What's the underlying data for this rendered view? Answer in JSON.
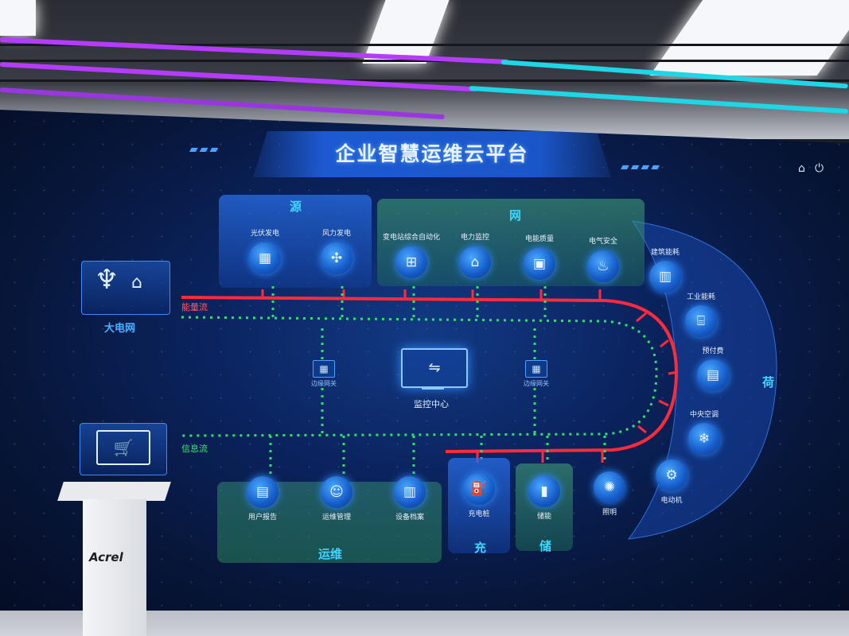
{
  "header": {
    "title": "企业智慧运维云平台",
    "left_deco": "▰▰▰",
    "right_deco": "▰▰▰▰",
    "home_icon": "home-icon",
    "power_icon": "power-icon"
  },
  "grid": {
    "label": "大电网",
    "icon": "transmission-tower-icon"
  },
  "flows": {
    "energy": "能量流",
    "info": "信息流"
  },
  "source": {
    "label": "源",
    "items": [
      {
        "label": "光伏发电",
        "icon": "solar-panel-icon"
      },
      {
        "label": "风力发电",
        "icon": "wind-turbine-icon"
      }
    ]
  },
  "network": {
    "label": "网",
    "items": [
      {
        "label": "变电站综合自动化",
        "icon": "substation-icon"
      },
      {
        "label": "电力监控",
        "icon": "power-monitor-icon"
      },
      {
        "label": "电能质量",
        "icon": "power-quality-icon"
      },
      {
        "label": "电气安全",
        "icon": "fire-safety-icon"
      }
    ]
  },
  "load": {
    "label": "荷",
    "items": [
      {
        "label": "建筑能耗",
        "icon": "building-icon"
      },
      {
        "label": "工业能耗",
        "icon": "factory-icon"
      },
      {
        "label": "预付费",
        "icon": "prepaid-card-icon"
      },
      {
        "label": "中央空调",
        "icon": "air-conditioner-icon"
      },
      {
        "label": "电动机",
        "icon": "motor-icon"
      }
    ]
  },
  "gateways": {
    "left": "边缘网关",
    "right": "边缘网关"
  },
  "center": {
    "label": "监控中心",
    "icon": "monitor-center-icon"
  },
  "ops": {
    "label": "运维",
    "items": [
      {
        "label": "用户报告",
        "icon": "report-icon"
      },
      {
        "label": "运维管理",
        "icon": "engineer-icon"
      },
      {
        "label": "设备档案",
        "icon": "archive-icon"
      }
    ]
  },
  "charge": {
    "label": "充",
    "item": "充电桩",
    "icon": "charging-pile-icon"
  },
  "storage": {
    "label": "储",
    "item": "储能",
    "icon": "battery-icon"
  },
  "lighting": {
    "item": "照明",
    "icon": "light-bulb-icon"
  },
  "ecommerce": {
    "icon": "shopping-cart-icon"
  },
  "podium": {
    "brand": "Acrel"
  },
  "colors": {
    "energy_line": "#ff2a3a",
    "info_line": "#2fe06a",
    "accent": "#3fd6ff",
    "screen_bg": "#0b2460"
  }
}
